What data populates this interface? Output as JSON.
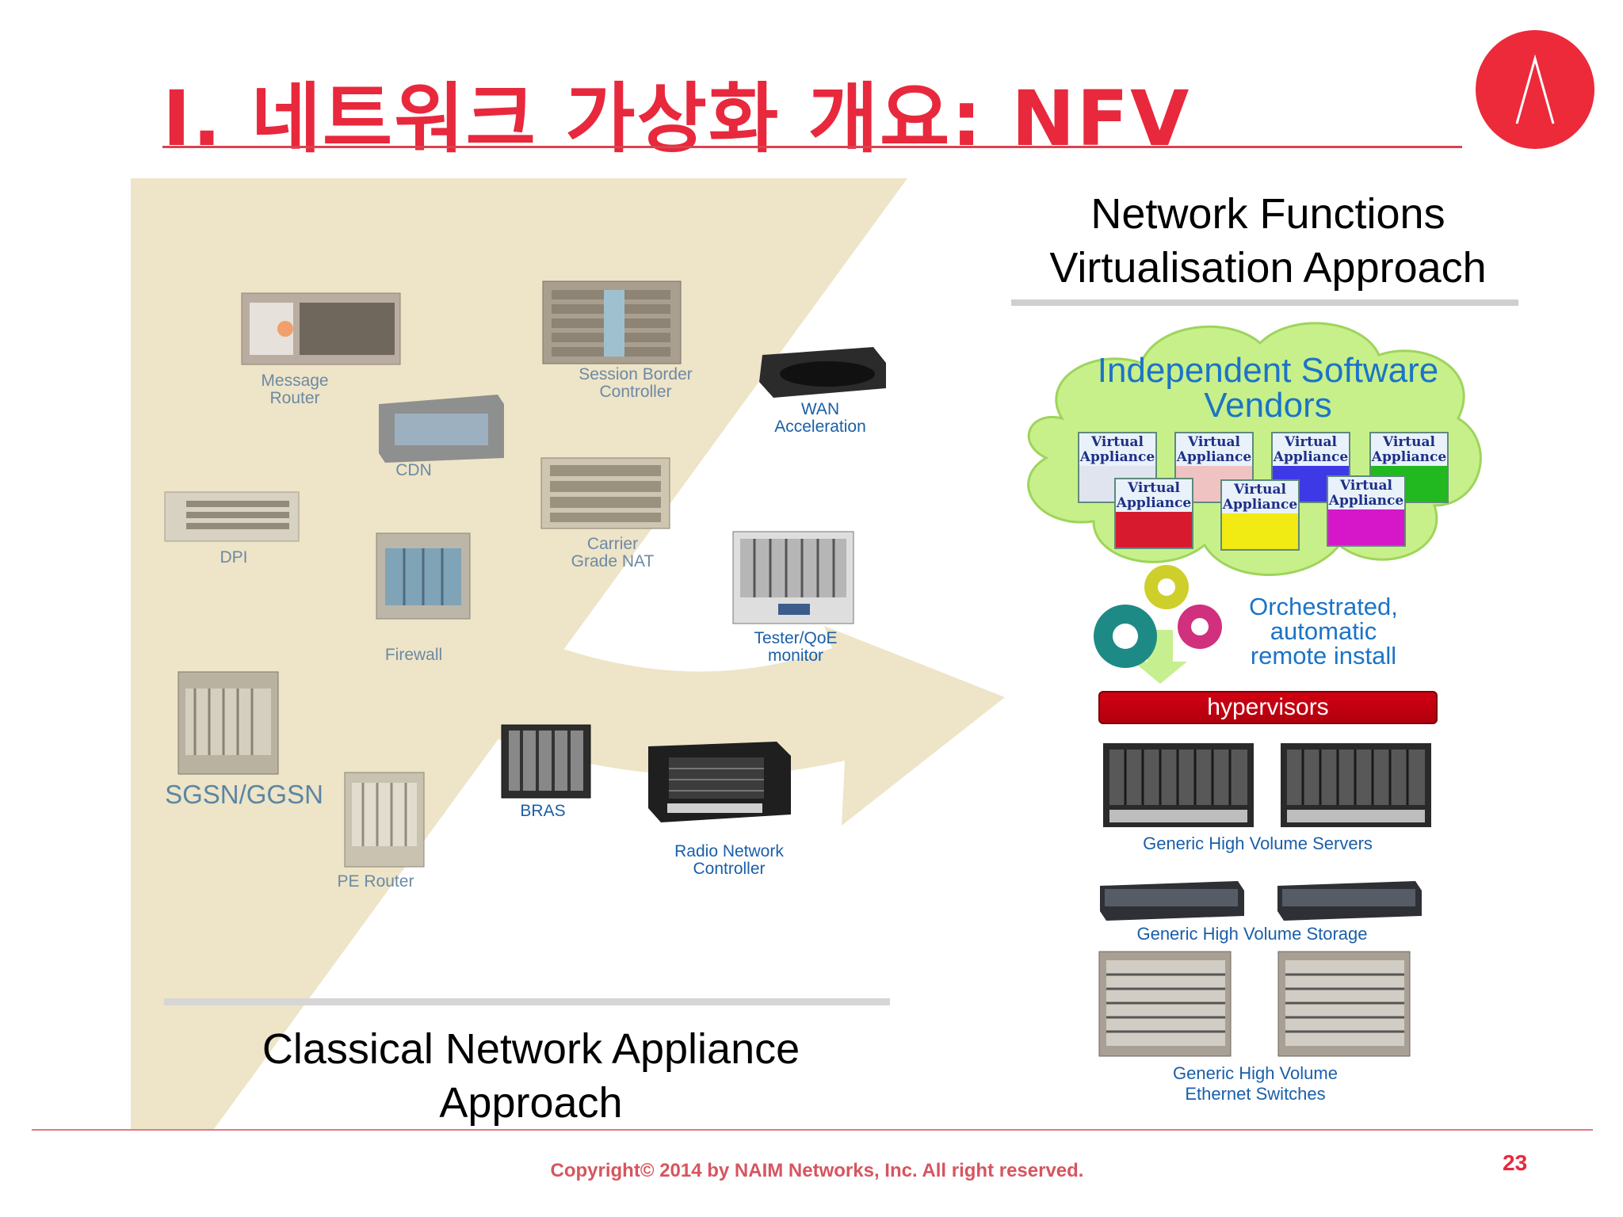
{
  "slide": {
    "title": "I.   네트워크 가상화 개요: NFV",
    "page_number": "23",
    "copyright": "Copyright© 2014 by NAIM Networks, Inc. All right reserved.",
    "accent_color": "#e8283c",
    "logo_icon": "caret-up-icon"
  },
  "classical": {
    "title": "Classical Network Appliance Approach",
    "devices": {
      "message_router": "Message Router",
      "session_border_controller": "Session Border Controller",
      "wan_acceleration": "WAN Acceleration",
      "cdn": "CDN",
      "dpi": "DPI",
      "carrier_grade_nat": "Carrier Grade NAT",
      "firewall": "Firewall",
      "tester_qoe": "Tester/QoE monitor",
      "sgsn_ggsn": "SGSN/GGSN",
      "bras": "BRAS",
      "pe_router": "PE Router",
      "radio_network_controller": "Radio Network Controller"
    }
  },
  "nfv": {
    "title": "Network Functions Virtualisation Approach",
    "cloud_title": "Independent Software Vendors",
    "virtual_appliance_label": "Virtual Appliance",
    "orchestration": "Orchestrated, automatic remote install",
    "hypervisors": "hypervisors",
    "servers": "Generic High Volume Servers",
    "storage": "Generic High Volume Storage",
    "switches": "Generic High Volume Ethernet Switches",
    "appliance_colors": [
      "#2d4fd0",
      "#e8323a",
      "#3e39e6",
      "#22b820",
      "#d81a2e",
      "#f1ea13",
      "#d616c9"
    ]
  }
}
